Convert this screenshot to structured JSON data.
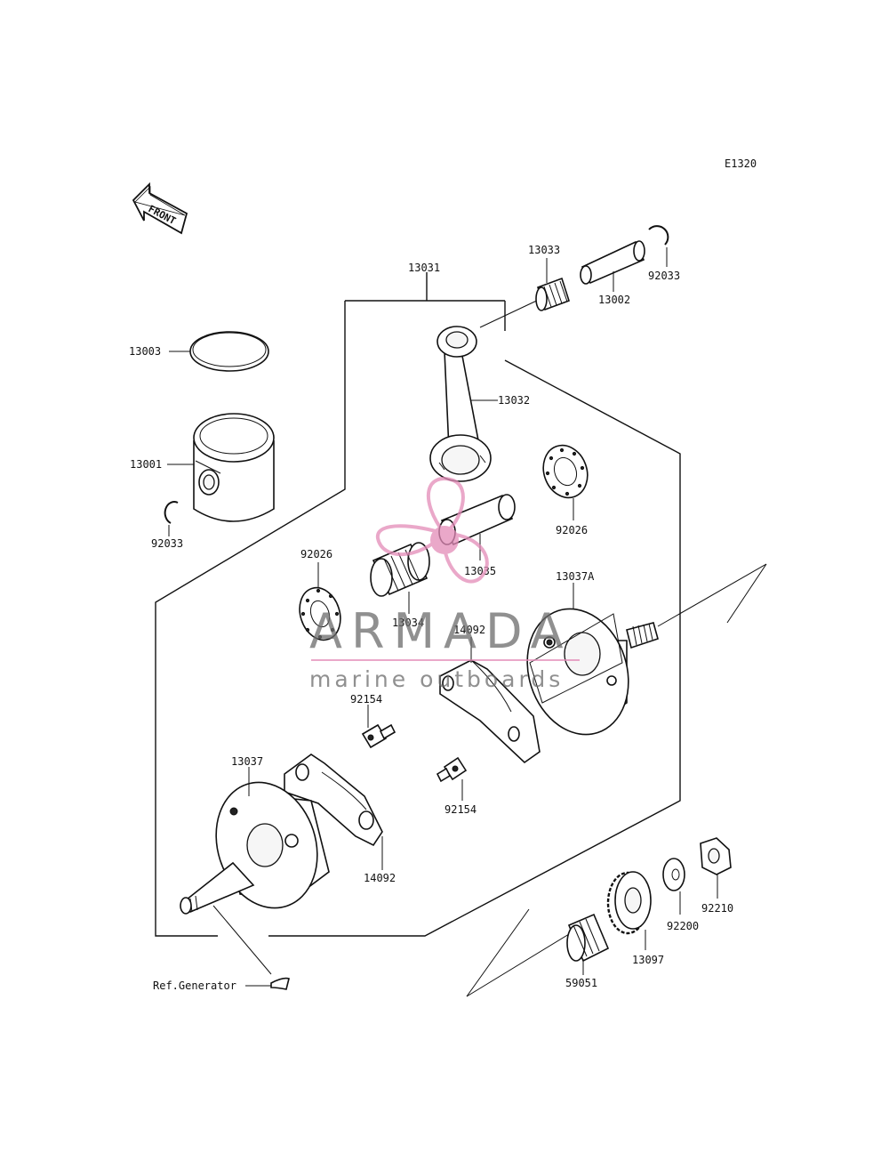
{
  "diagram_code": "E1320",
  "front_label": "FRONT",
  "ref_label": "Ref.Generator",
  "parts": {
    "p13031": "13031",
    "p13033": "13033",
    "p13002": "13002",
    "p92033_top": "92033",
    "p13003": "13003",
    "p13032": "13032",
    "p13001": "13001",
    "p92033_left": "92033",
    "p92026_right": "92026",
    "p92026_left": "92026",
    "p13035": "13035",
    "p13037A": "13037A",
    "p13034": "13034",
    "p14092_top": "14092",
    "p92154_top": "92154",
    "p13037": "13037",
    "p92154_bottom": "92154",
    "p14092_bottom": "14092",
    "p92210": "92210",
    "p92200": "92200",
    "p13097": "13097",
    "p59051": "59051"
  },
  "watermark": {
    "brand": "ARMADA",
    "tagline": "marine outboards",
    "color": "#e38bb8"
  }
}
